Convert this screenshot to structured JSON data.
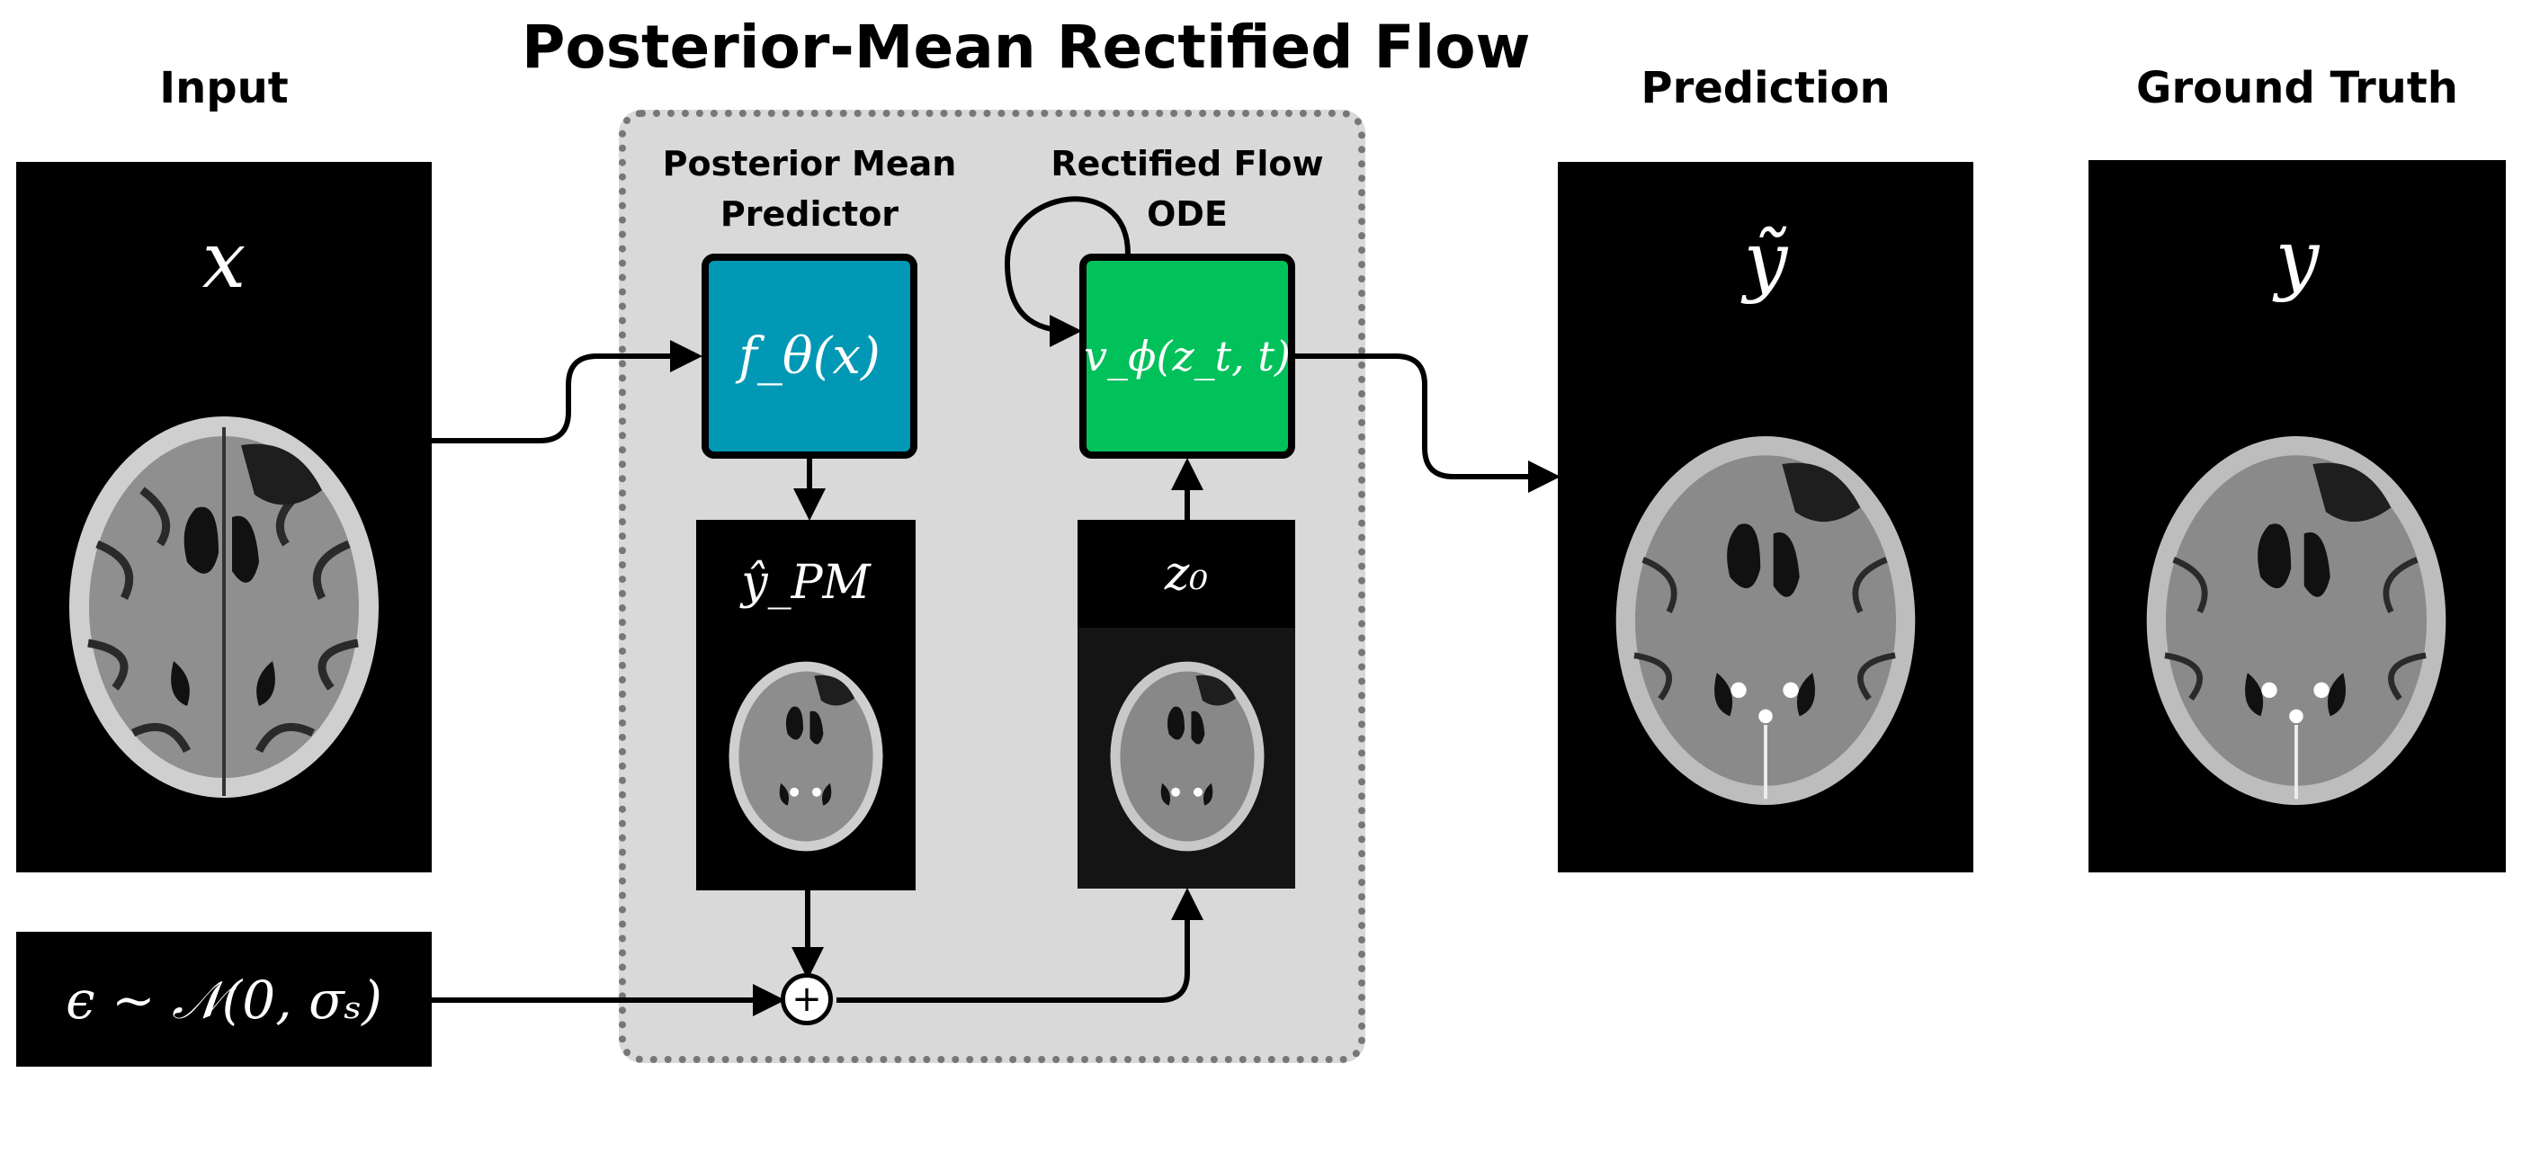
{
  "title": "Posterior-Mean Rectified Flow",
  "headings": {
    "input": "Input",
    "prediction": "Prediction",
    "ground_truth": "Ground Truth"
  },
  "module_labels": {
    "posterior_mean_line1": "Posterior Mean",
    "posterior_mean_line2": "Predictor",
    "rectified_flow_line1": "Rectified Flow",
    "rectified_flow_line2": "ODE"
  },
  "symbols": {
    "input": "x",
    "noise": "ϵ ∼ 𝒩(0, σₛ)",
    "predictor": "f_θ(x)",
    "velocity": "v_ϕ(z_t, t)",
    "posterior_mean_output": "ŷ_PM",
    "initial_state": "z₀",
    "prediction": "ỹ",
    "ground_truth": "y",
    "sum": "+"
  },
  "colors": {
    "predictor_box": "#0098b5",
    "flow_box": "#00c15a",
    "group_background": "#d9d9d9",
    "group_border": "#777777"
  },
  "icons": [
    "brain-mri-image",
    "plus-circle-icon",
    "arrow-icon"
  ]
}
